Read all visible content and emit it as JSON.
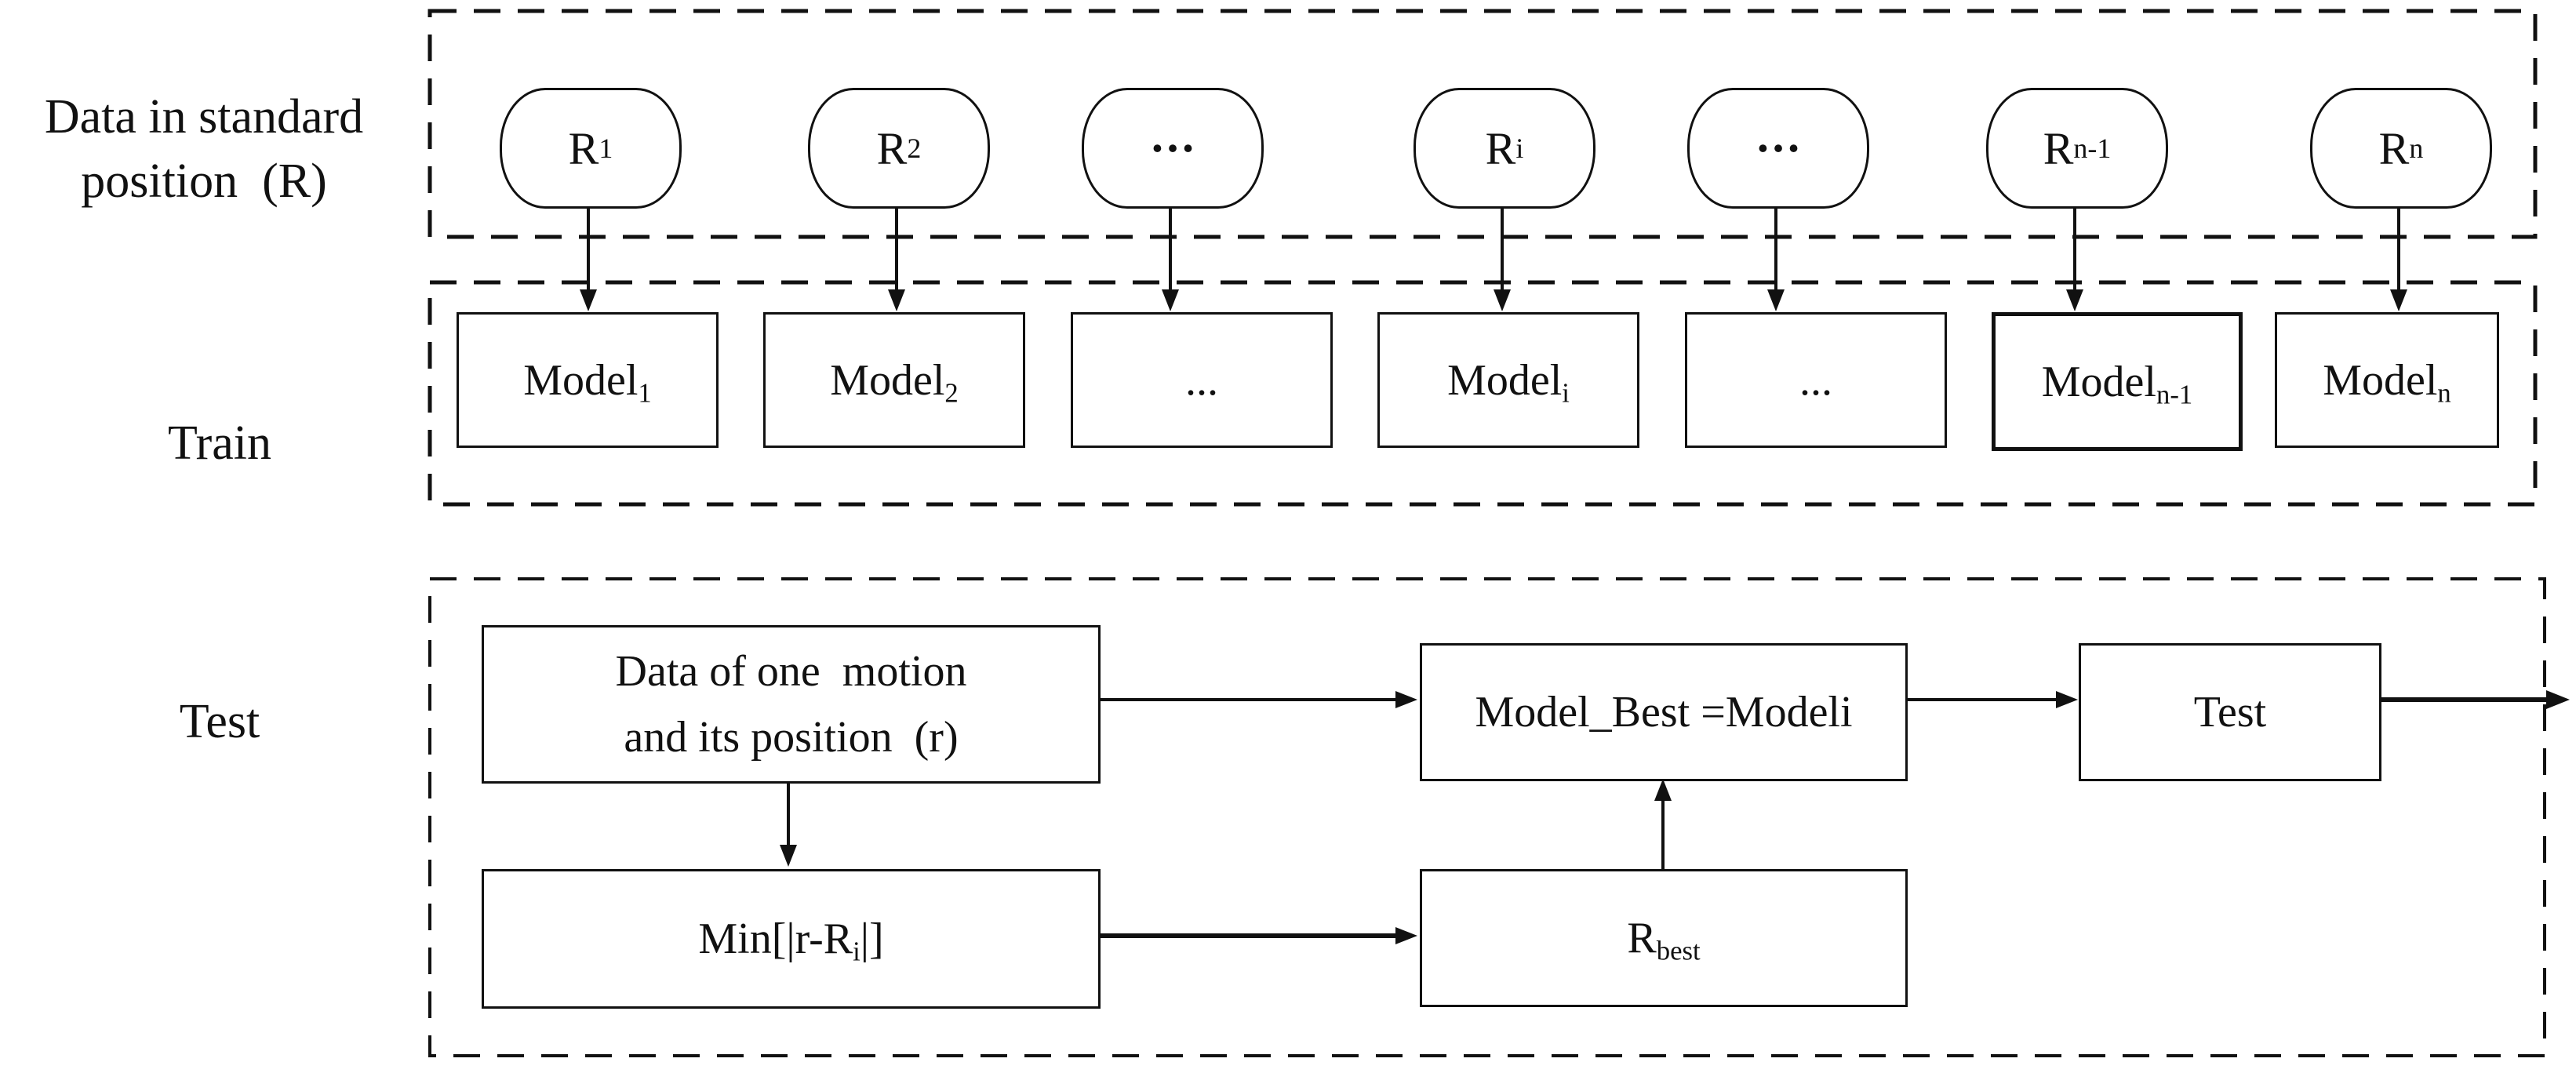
{
  "colors": {
    "line": "#111111",
    "text": "#111111",
    "background": "#ffffff"
  },
  "row_labels": {
    "standard": {
      "line1": "Data in standard",
      "line2": "position  (R)"
    },
    "train": "Train",
    "test": "Test"
  },
  "standard_row": {
    "nodes": [
      {
        "base": "R",
        "sub": "1"
      },
      {
        "base": "R",
        "sub": "2"
      },
      {
        "base": "•••",
        "sub": ""
      },
      {
        "base": "R",
        "sub": "i"
      },
      {
        "base": "•••",
        "sub": ""
      },
      {
        "base": "R",
        "sub": "n-1"
      },
      {
        "base": "R",
        "sub": "n"
      }
    ]
  },
  "train_row": {
    "nodes": [
      {
        "base": "Model",
        "sub": "1"
      },
      {
        "base": "Model",
        "sub": "2"
      },
      {
        "base": "...",
        "sub": ""
      },
      {
        "base": "Model",
        "sub": "i"
      },
      {
        "base": "...",
        "sub": ""
      },
      {
        "base": "Model",
        "sub": "n-1"
      },
      {
        "base": "Model",
        "sub": "n"
      }
    ]
  },
  "test_row": {
    "data_box": {
      "line1": "Data of one  motion",
      "line2": "and its position  (r)"
    },
    "model_best_box": {
      "text": "Model_Best =Modeli"
    },
    "test_box": {
      "text": "Test"
    },
    "min_box": {
      "pre": "Min[|r-R",
      "sub": "i",
      "post": "|]"
    },
    "r_best_box": {
      "base": "R",
      "sub": "best"
    }
  }
}
